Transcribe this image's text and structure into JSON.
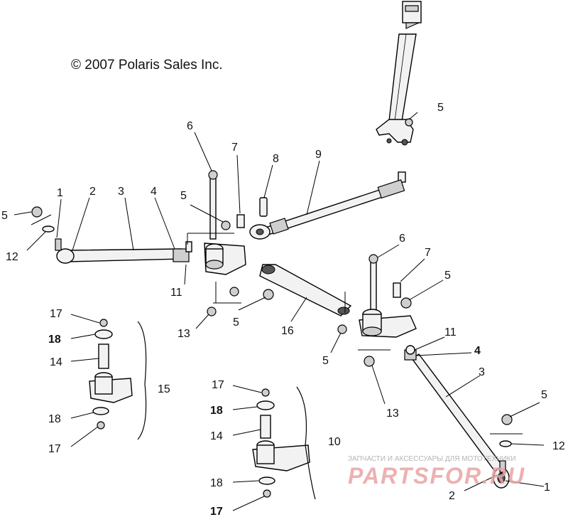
{
  "copyright": "© 2007 Polaris Sales Inc.",
  "watermark": {
    "caption": "ЗАПЧАСТИ И АКСЕССУАРЫ ДЛЯ МОТОТЕХНИКИ",
    "logo_text": "PARTSFOR.RU"
  },
  "callouts": {
    "c5_top": "5",
    "c6_left": "6",
    "c7_left": "7",
    "c8": "8",
    "c9": "9",
    "c1_left": "1",
    "c2_left": "2",
    "c3_left": "3",
    "c4_left": "4",
    "c5_left_nut": "5",
    "c5_mid": "5",
    "c12_left": "12",
    "c11_left": "11",
    "c13_left": "13",
    "c5_under": "5",
    "c16": "16",
    "c6_right": "6",
    "c7_right": "7",
    "c5_right_a": "5",
    "c11_right": "11",
    "c4_right": "4",
    "c3_right": "3",
    "c5_lower": "5",
    "c13_right": "13",
    "c5_far_right": "5",
    "c12_right": "12",
    "c1_right": "1",
    "c2_right": "2",
    "c17_a": "17",
    "c18_a": "18",
    "c14_a": "14",
    "c15": "15",
    "c18_b": "18",
    "c17_b": "17",
    "c17_c": "17",
    "c18_c": "18",
    "c14_b": "14",
    "c10": "10",
    "c18_d": "18",
    "c17_d": "17"
  }
}
